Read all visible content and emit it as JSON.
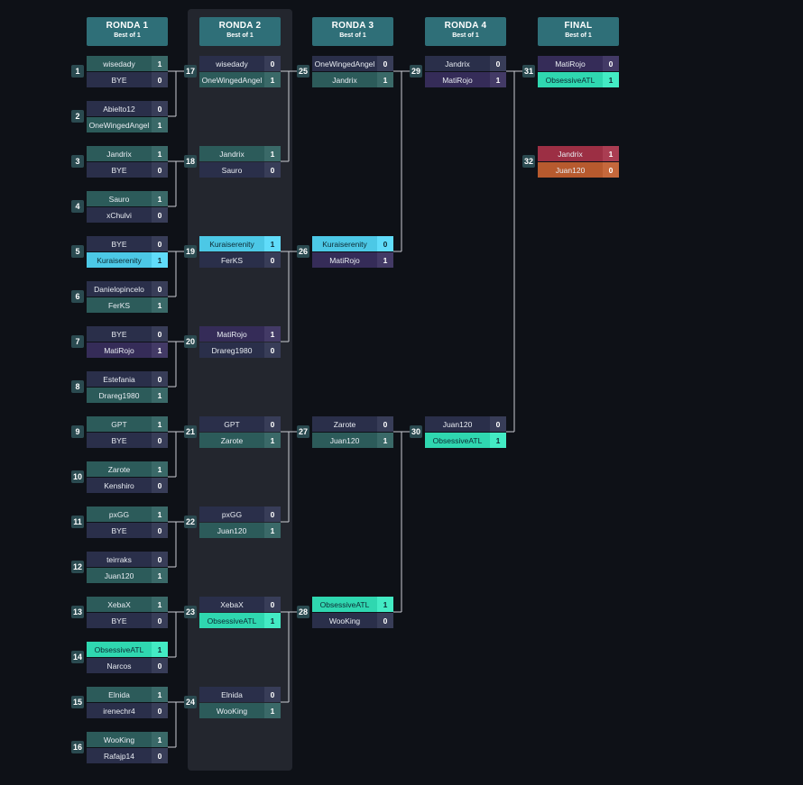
{
  "rounds": [
    {
      "title": "RONDA 1",
      "subtitle": "Best of 1"
    },
    {
      "title": "RONDA 2",
      "subtitle": "Best of 1"
    },
    {
      "title": "RONDA 3",
      "subtitle": "Best of 1"
    },
    {
      "title": "RONDA 4",
      "subtitle": "Best of 1"
    },
    {
      "title": "FINAL",
      "subtitle": "Best of 1"
    }
  ],
  "colors": {
    "teal": "#2c5b5a",
    "navy": "#2a2f4a",
    "violet": "#352c58",
    "cyan": "#4cc8e6",
    "mint": "#2fd7b0",
    "red": "#9c2f44",
    "orange": "#b75a2e"
  },
  "matches": [
    {
      "num": "1",
      "round": 0,
      "pos": 0,
      "p1": {
        "name": "wisedady",
        "score": "1",
        "c": "teal"
      },
      "p2": {
        "name": "BYE",
        "score": "0",
        "c": "navy"
      }
    },
    {
      "num": "2",
      "round": 0,
      "pos": 1,
      "p1": {
        "name": "Abielto12",
        "score": "0",
        "c": "navy"
      },
      "p2": {
        "name": "OneWingedAngel",
        "score": "1",
        "c": "teal"
      }
    },
    {
      "num": "3",
      "round": 0,
      "pos": 2,
      "p1": {
        "name": "Jandrix",
        "score": "1",
        "c": "teal"
      },
      "p2": {
        "name": "BYE",
        "score": "0",
        "c": "navy"
      }
    },
    {
      "num": "4",
      "round": 0,
      "pos": 3,
      "p1": {
        "name": "Sauro",
        "score": "1",
        "c": "teal"
      },
      "p2": {
        "name": "xChulvi",
        "score": "0",
        "c": "navy"
      }
    },
    {
      "num": "5",
      "round": 0,
      "pos": 4,
      "p1": {
        "name": "BYE",
        "score": "0",
        "c": "navy"
      },
      "p2": {
        "name": "Kuraiserenity",
        "score": "1",
        "c": "cyan"
      }
    },
    {
      "num": "6",
      "round": 0,
      "pos": 5,
      "p1": {
        "name": "Danielopincelo",
        "score": "0",
        "c": "navy"
      },
      "p2": {
        "name": "FerKS",
        "score": "1",
        "c": "teal"
      }
    },
    {
      "num": "7",
      "round": 0,
      "pos": 6,
      "p1": {
        "name": "BYE",
        "score": "0",
        "c": "navy"
      },
      "p2": {
        "name": "MatiRojo",
        "score": "1",
        "c": "violet"
      }
    },
    {
      "num": "8",
      "round": 0,
      "pos": 7,
      "p1": {
        "name": "Estefania",
        "score": "0",
        "c": "navy"
      },
      "p2": {
        "name": "Drareg1980",
        "score": "1",
        "c": "teal"
      }
    },
    {
      "num": "9",
      "round": 0,
      "pos": 8,
      "p1": {
        "name": "GPT",
        "score": "1",
        "c": "teal"
      },
      "p2": {
        "name": "BYE",
        "score": "0",
        "c": "navy"
      }
    },
    {
      "num": "10",
      "round": 0,
      "pos": 9,
      "p1": {
        "name": "Zarote",
        "score": "1",
        "c": "teal"
      },
      "p2": {
        "name": "Kenshiro",
        "score": "0",
        "c": "navy"
      }
    },
    {
      "num": "11",
      "round": 0,
      "pos": 10,
      "p1": {
        "name": "pxGG",
        "score": "1",
        "c": "teal"
      },
      "p2": {
        "name": "BYE",
        "score": "0",
        "c": "navy"
      }
    },
    {
      "num": "12",
      "round": 0,
      "pos": 11,
      "p1": {
        "name": "teirraks",
        "score": "0",
        "c": "navy"
      },
      "p2": {
        "name": "Juan120",
        "score": "1",
        "c": "teal"
      }
    },
    {
      "num": "13",
      "round": 0,
      "pos": 12,
      "p1": {
        "name": "XebaX",
        "score": "1",
        "c": "teal"
      },
      "p2": {
        "name": "BYE",
        "score": "0",
        "c": "navy"
      }
    },
    {
      "num": "14",
      "round": 0,
      "pos": 13,
      "p1": {
        "name": "ObsessiveATL",
        "score": "1",
        "c": "mint"
      },
      "p2": {
        "name": "Narcos",
        "score": "0",
        "c": "navy"
      }
    },
    {
      "num": "15",
      "round": 0,
      "pos": 14,
      "p1": {
        "name": "Elnida",
        "score": "1",
        "c": "teal"
      },
      "p2": {
        "name": "irenechr4",
        "score": "0",
        "c": "navy"
      }
    },
    {
      "num": "16",
      "round": 0,
      "pos": 15,
      "p1": {
        "name": "WooKing",
        "score": "1",
        "c": "teal"
      },
      "p2": {
        "name": "Rafajp14",
        "score": "0",
        "c": "navy"
      }
    },
    {
      "num": "17",
      "round": 1,
      "pos": 0,
      "p1": {
        "name": "wisedady",
        "score": "0",
        "c": "navy"
      },
      "p2": {
        "name": "OneWingedAngel",
        "score": "1",
        "c": "teal"
      }
    },
    {
      "num": "18",
      "round": 1,
      "pos": 2,
      "p1": {
        "name": "Jandrix",
        "score": "1",
        "c": "teal"
      },
      "p2": {
        "name": "Sauro",
        "score": "0",
        "c": "navy"
      }
    },
    {
      "num": "19",
      "round": 1,
      "pos": 4,
      "p1": {
        "name": "Kuraiserenity",
        "score": "1",
        "c": "cyan"
      },
      "p2": {
        "name": "FerKS",
        "score": "0",
        "c": "navy"
      }
    },
    {
      "num": "20",
      "round": 1,
      "pos": 6,
      "p1": {
        "name": "MatiRojo",
        "score": "1",
        "c": "violet"
      },
      "p2": {
        "name": "Drareg1980",
        "score": "0",
        "c": "navy"
      }
    },
    {
      "num": "21",
      "round": 1,
      "pos": 8,
      "p1": {
        "name": "GPT",
        "score": "0",
        "c": "navy"
      },
      "p2": {
        "name": "Zarote",
        "score": "1",
        "c": "teal"
      }
    },
    {
      "num": "22",
      "round": 1,
      "pos": 10,
      "p1": {
        "name": "pxGG",
        "score": "0",
        "c": "navy"
      },
      "p2": {
        "name": "Juan120",
        "score": "1",
        "c": "teal"
      }
    },
    {
      "num": "23",
      "round": 1,
      "pos": 12,
      "p1": {
        "name": "XebaX",
        "score": "0",
        "c": "navy"
      },
      "p2": {
        "name": "ObsessiveATL",
        "score": "1",
        "c": "mint"
      }
    },
    {
      "num": "24",
      "round": 1,
      "pos": 14,
      "p1": {
        "name": "Elnida",
        "score": "0",
        "c": "navy"
      },
      "p2": {
        "name": "WooKing",
        "score": "1",
        "c": "teal"
      }
    },
    {
      "num": "25",
      "round": 2,
      "pos": 0,
      "p1": {
        "name": "OneWingedAngel",
        "score": "0",
        "c": "navy"
      },
      "p2": {
        "name": "Jandrix",
        "score": "1",
        "c": "teal"
      }
    },
    {
      "num": "26",
      "round": 2,
      "pos": 4,
      "p1": {
        "name": "Kuraiserenity",
        "score": "0",
        "c": "cyan"
      },
      "p2": {
        "name": "MatiRojo",
        "score": "1",
        "c": "violet"
      }
    },
    {
      "num": "27",
      "round": 2,
      "pos": 8,
      "p1": {
        "name": "Zarote",
        "score": "0",
        "c": "navy"
      },
      "p2": {
        "name": "Juan120",
        "score": "1",
        "c": "teal"
      }
    },
    {
      "num": "28",
      "round": 2,
      "pos": 12,
      "p1": {
        "name": "ObsessiveATL",
        "score": "1",
        "c": "mint"
      },
      "p2": {
        "name": "WooKing",
        "score": "0",
        "c": "navy"
      }
    },
    {
      "num": "29",
      "round": 3,
      "pos": 0,
      "p1": {
        "name": "Jandrix",
        "score": "0",
        "c": "navy"
      },
      "p2": {
        "name": "MatiRojo",
        "score": "1",
        "c": "violet"
      }
    },
    {
      "num": "30",
      "round": 3,
      "pos": 8,
      "p1": {
        "name": "Juan120",
        "score": "0",
        "c": "navy"
      },
      "p2": {
        "name": "ObsessiveATL",
        "score": "1",
        "c": "mint"
      }
    },
    {
      "num": "31",
      "round": 4,
      "pos": 0,
      "p1": {
        "name": "MatiRojo",
        "score": "0",
        "c": "violet"
      },
      "p2": {
        "name": "ObsessiveATL",
        "score": "1",
        "c": "mint"
      }
    },
    {
      "num": "32",
      "round": 4,
      "pos": 2,
      "p1": {
        "name": "Jandrix",
        "score": "1",
        "c": "red"
      },
      "p2": {
        "name": "Juan120",
        "score": "0",
        "c": "orange"
      }
    }
  ]
}
